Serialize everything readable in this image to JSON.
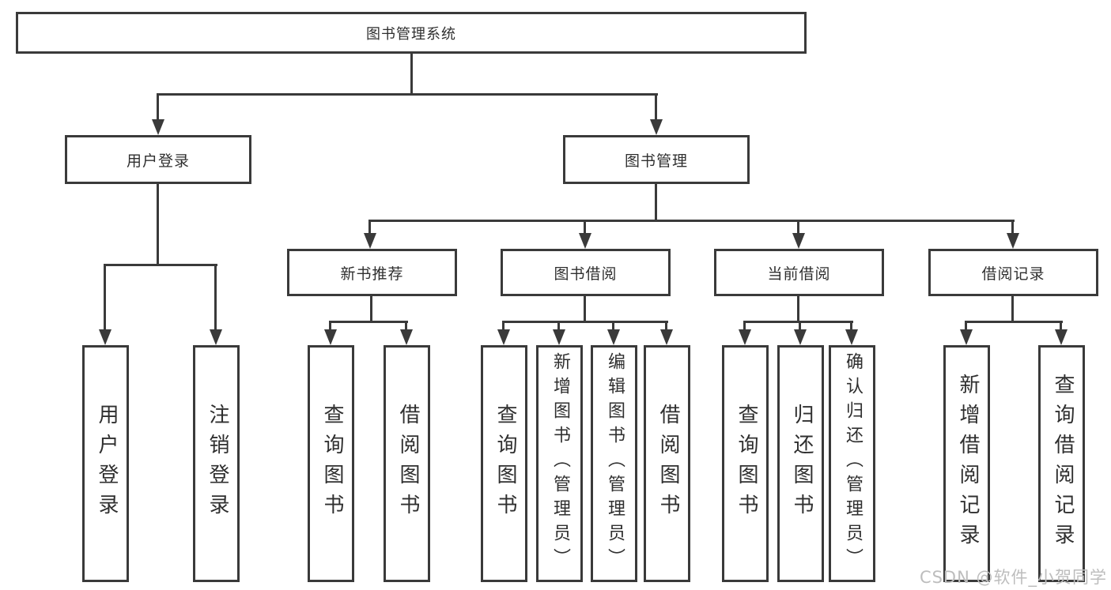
{
  "tree": {
    "label": "图书管理系统",
    "children": [
      {
        "label": "用户登录",
        "children": [
          {
            "label": "用户登录"
          },
          {
            "label": "注销登录"
          }
        ]
      },
      {
        "label": "图书管理",
        "children": [
          {
            "label": "新书推荐",
            "children": [
              {
                "label": "查询图书"
              },
              {
                "label": "借阅图书"
              }
            ]
          },
          {
            "label": "图书借阅",
            "children": [
              {
                "label": "查询图书"
              },
              {
                "label": "新增图书（管理员）"
              },
              {
                "label": "编辑图书（管理员）"
              },
              {
                "label": "借阅图书"
              }
            ]
          },
          {
            "label": "当前借阅",
            "children": [
              {
                "label": "查询图书"
              },
              {
                "label": "归还图书"
              },
              {
                "label": "确认归还（管理员）"
              }
            ]
          },
          {
            "label": "借阅记录",
            "children": [
              {
                "label": "新增借阅记录"
              },
              {
                "label": "查询借阅记录"
              }
            ]
          }
        ]
      }
    ]
  },
  "watermark": {
    "text": "CSDN @软件_小贺同学"
  },
  "colors": {
    "line": "#3a3a3a",
    "box_border": "#3a3a3a",
    "text": "#2f2f2f",
    "background": "#ffffff",
    "watermark": "#bdbdbd"
  }
}
